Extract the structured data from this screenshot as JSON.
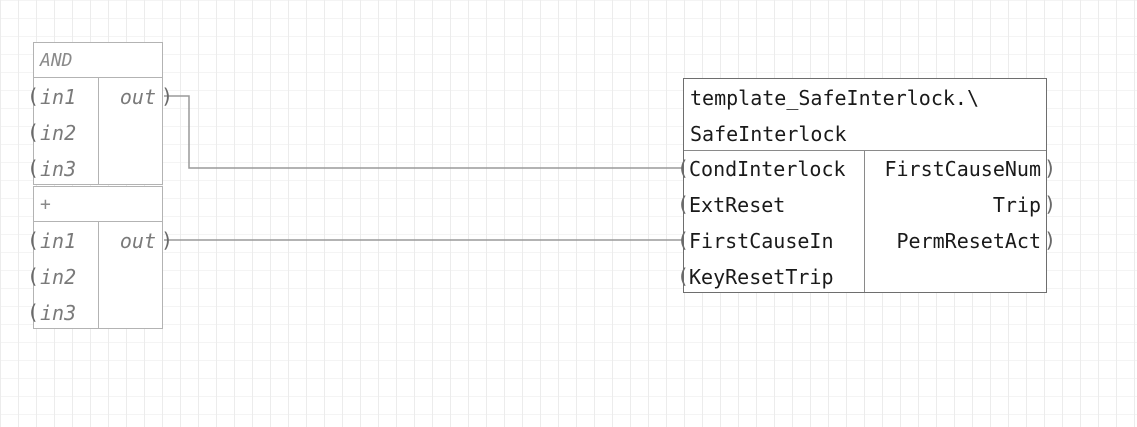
{
  "blocks": {
    "and_block": {
      "title": "AND",
      "inputs": [
        "in1",
        "in2",
        "in3"
      ],
      "output": "out"
    },
    "plus_block": {
      "title": "+",
      "inputs": [
        "in1",
        "in2",
        "in3"
      ],
      "output": "out"
    },
    "interlock": {
      "title_line1": "template_SafeInterlock.\\",
      "title_line2": "SafeInterlock",
      "inputs": [
        "CondInterlock",
        "ExtReset",
        "FirstCauseIn",
        "KeyResetTrip"
      ],
      "outputs": [
        "FirstCauseNum",
        "Trip",
        "PermResetAct"
      ]
    }
  },
  "colors": {
    "wire": "#9a9a9a",
    "border_light": "#b3b3b3",
    "border_dark": "#6e6e6e"
  }
}
